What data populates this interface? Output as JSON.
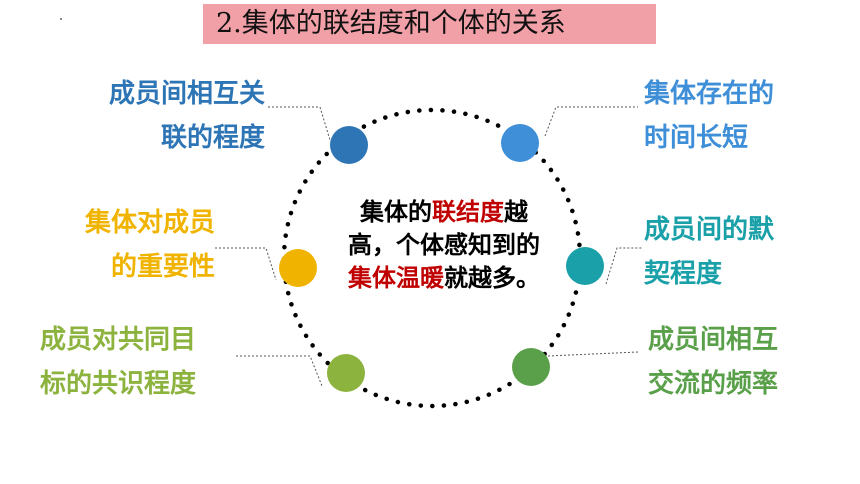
{
  "title": "2.集体的联结度和个体的关系",
  "labels": {
    "top_left": [
      "成员间相互关",
      "联的程度"
    ],
    "mid_left": [
      "集体对成员",
      "的重要性"
    ],
    "bottom_left": [
      "成员对共同目",
      "标的共识程度"
    ],
    "top_right": [
      "集体存在的",
      "时间长短"
    ],
    "mid_right": [
      "成员间的默",
      "契程度"
    ],
    "bottom_right": [
      "成员间相互",
      "交流的频率"
    ]
  },
  "center": {
    "p1": "集体的",
    "h1": "联结度",
    "p2": "越高，个体感知到的",
    "h2": "集体温暖",
    "p3": "就越多。"
  },
  "colors": {
    "title_bg": "#f2a0a8",
    "top_left": "#2e75b6",
    "mid_left": "#f0b400",
    "bottom_left": "#8db33f",
    "top_right": "#3f8fd8",
    "mid_right": "#1aa0a8",
    "bottom_right": "#5aa04a",
    "highlight": "#c00000"
  }
}
